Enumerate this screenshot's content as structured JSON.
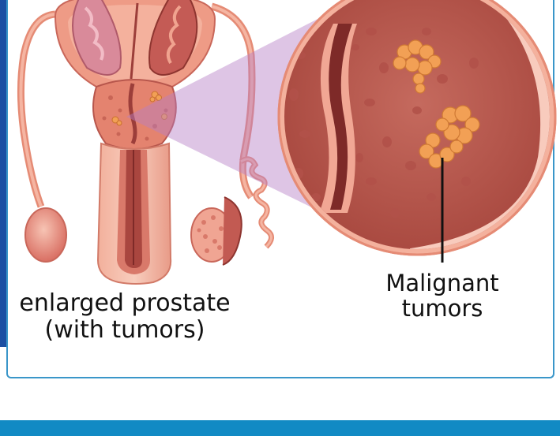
{
  "labels": {
    "prostate_line1": "enlarged prostate",
    "prostate_line2": "(with tumors)",
    "tumors_line1": "Malignant",
    "tumors_line2": "tumors"
  },
  "colors": {
    "frame": "#3a96c9",
    "left_accent": "#1b4fa3",
    "bottom_bar": "#118ac4",
    "tissue_light": "#f6b9a6",
    "tissue_mid": "#e4836f",
    "tissue_dark": "#9c3e3a",
    "tumor": "#f2a055",
    "magnifier_beam": "#b57fc5"
  }
}
